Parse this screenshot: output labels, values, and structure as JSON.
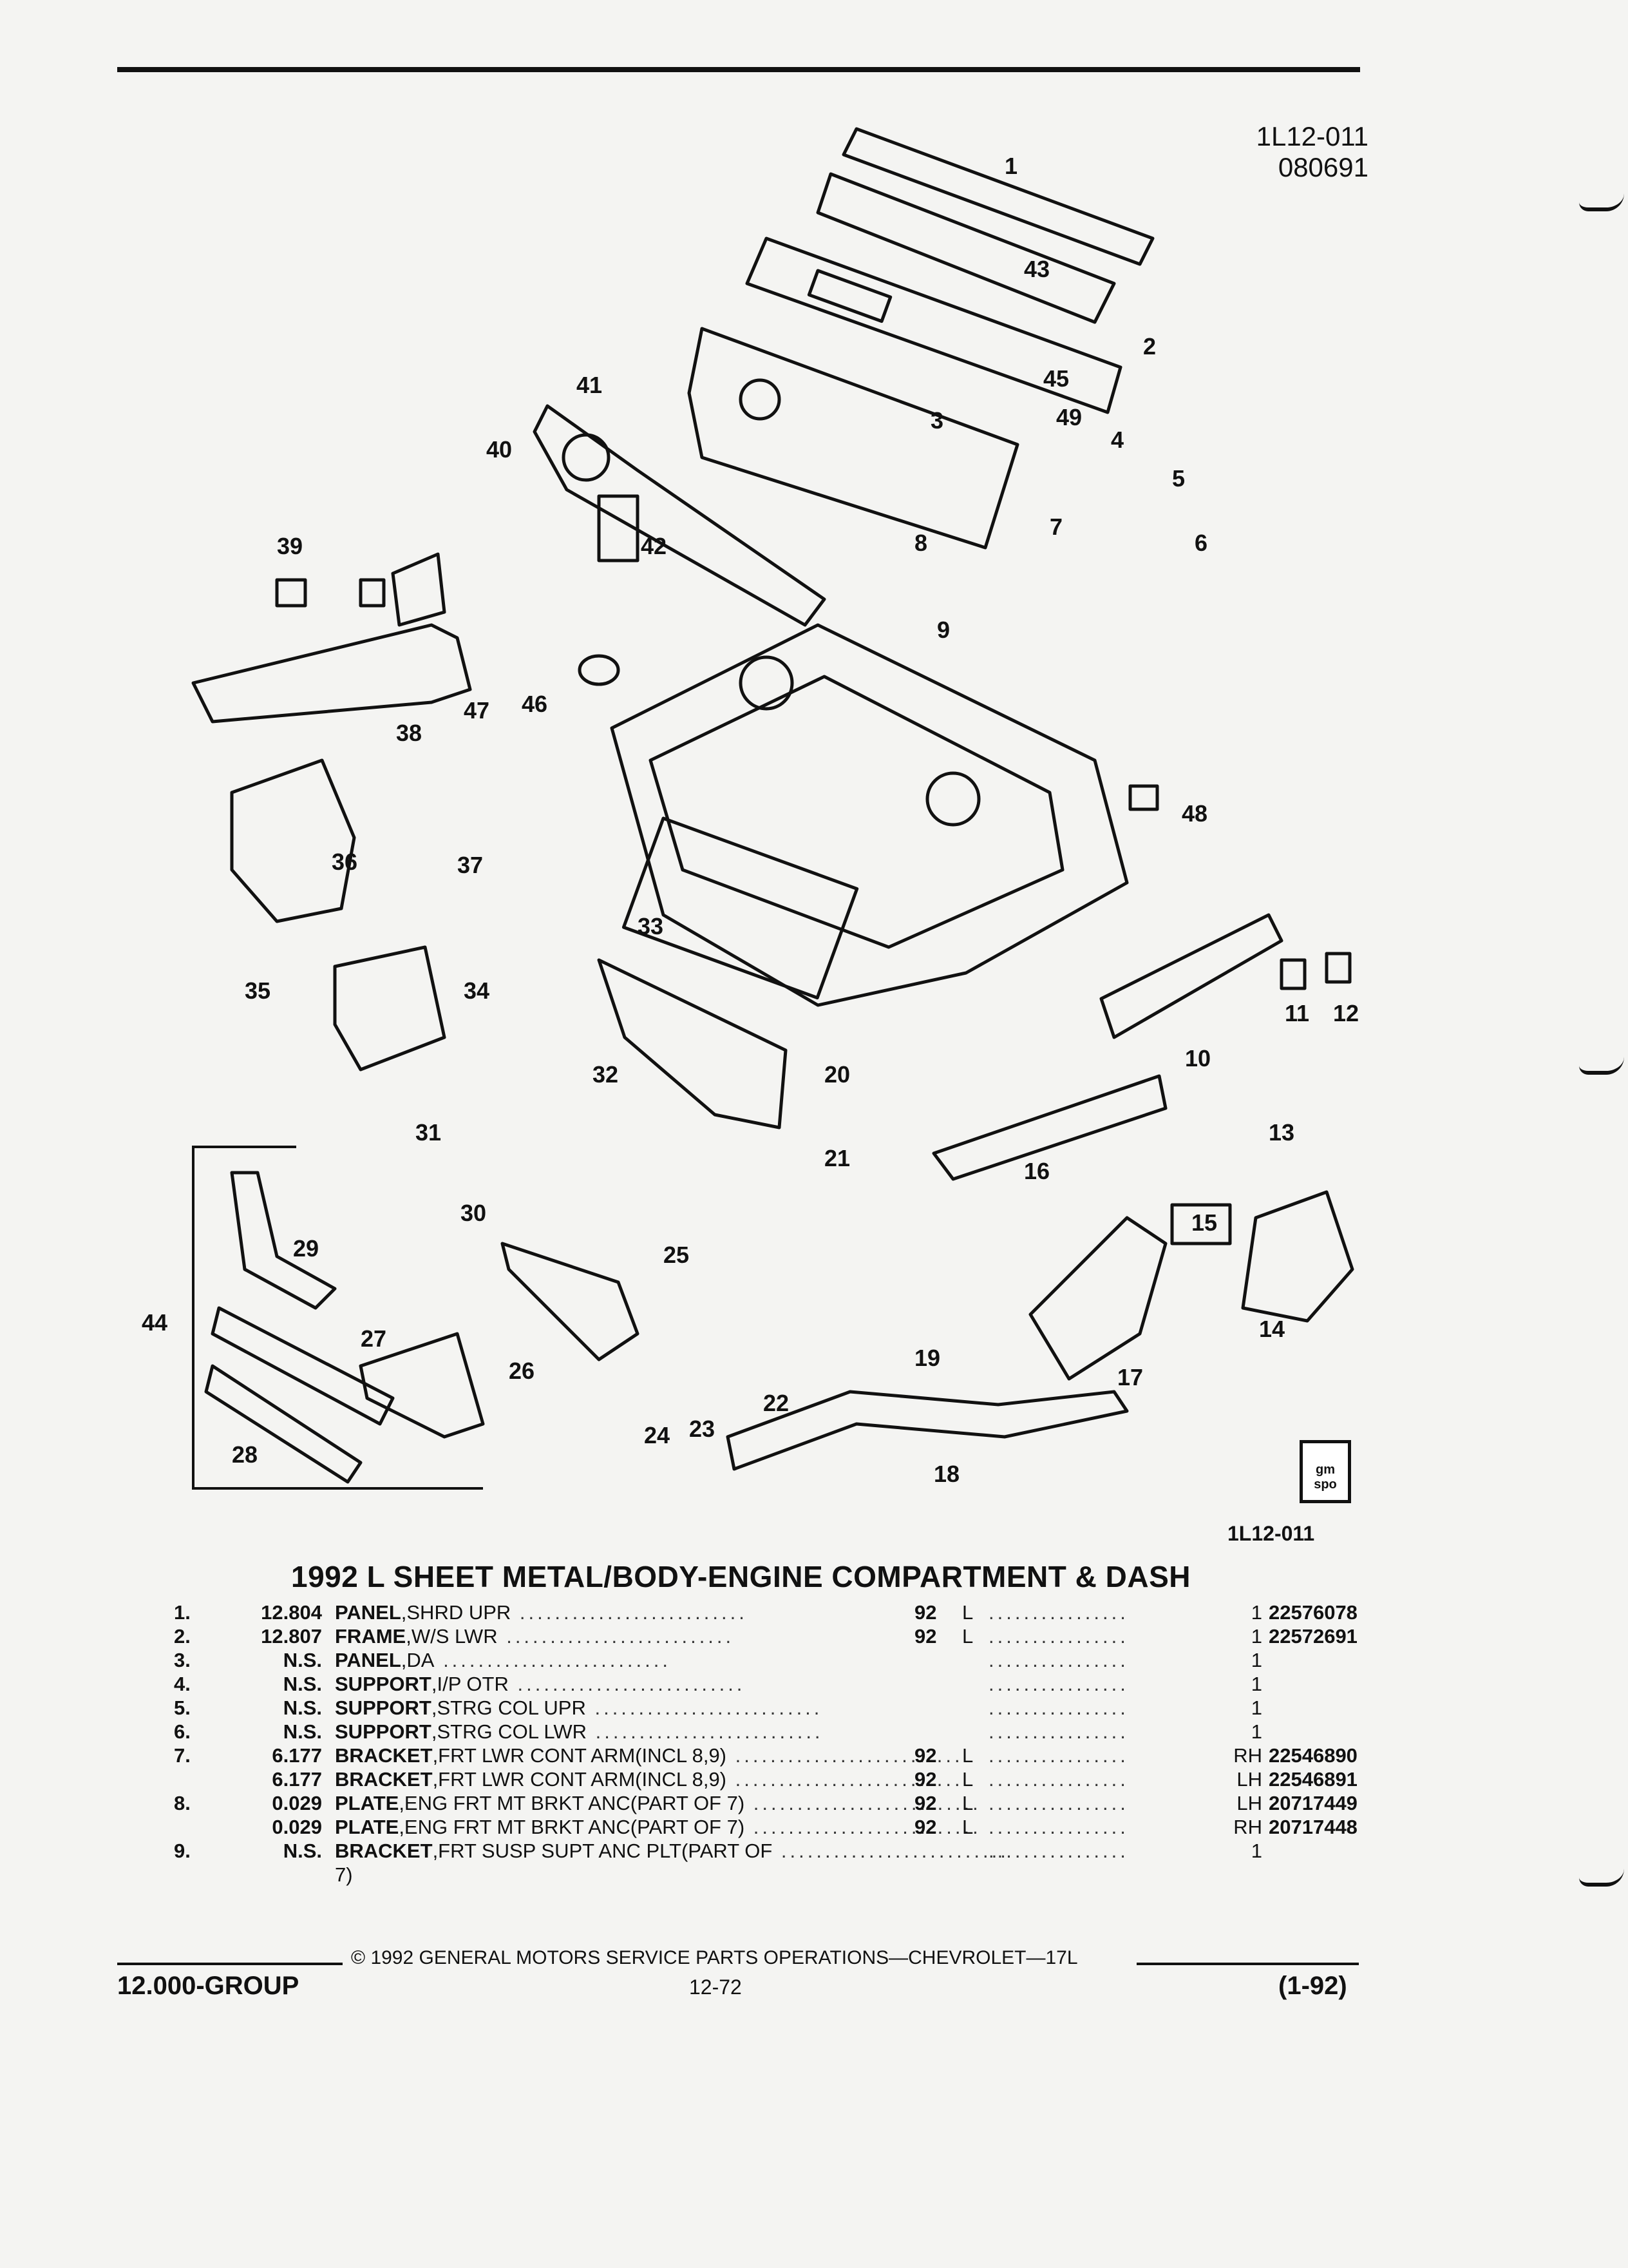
{
  "header": {
    "ref_code_1": "1L12-011",
    "ref_code_2": "080691"
  },
  "diagram": {
    "callouts": [
      "1",
      "2",
      "3",
      "4",
      "5",
      "6",
      "7",
      "8",
      "9",
      "10",
      "11",
      "12",
      "13",
      "14",
      "15",
      "16",
      "17",
      "18",
      "19",
      "20",
      "21",
      "22",
      "23",
      "24",
      "25",
      "26",
      "27",
      "28",
      "29",
      "30",
      "31",
      "32",
      "33",
      "34",
      "35",
      "36",
      "37",
      "38",
      "39",
      "40",
      "41",
      "42",
      "43",
      "44",
      "45",
      "46",
      "47",
      "48",
      "49"
    ],
    "ref_bottom": "1L12-011",
    "logo_icon": "gm-spo-logo-icon",
    "logo_text": "gm spo"
  },
  "title": "1992 L SHEET METAL/BODY-ENGINE COMPARTMENT & DASH",
  "parts": [
    {
      "ref": "1.",
      "group": "12.804",
      "name": "PANEL",
      "desc": ",SHRD UPR",
      "year": "92",
      "series": "L",
      "qty": "1",
      "part_no": "22576078"
    },
    {
      "ref": "2.",
      "group": "12.807",
      "name": "FRAME",
      "desc": ",W/S LWR",
      "year": "92",
      "series": "L",
      "qty": "1",
      "part_no": "22572691"
    },
    {
      "ref": "3.",
      "group": "N.S.",
      "name": "PANEL",
      "desc": ",DA",
      "year": "",
      "series": "",
      "qty": "1",
      "part_no": ""
    },
    {
      "ref": "4.",
      "group": "N.S.",
      "name": "SUPPORT",
      "desc": ",I/P OTR",
      "year": "",
      "series": "",
      "qty": "1",
      "part_no": ""
    },
    {
      "ref": "5.",
      "group": "N.S.",
      "name": "SUPPORT",
      "desc": ",STRG COL UPR",
      "year": "",
      "series": "",
      "qty": "1",
      "part_no": ""
    },
    {
      "ref": "6.",
      "group": "N.S.",
      "name": "SUPPORT",
      "desc": ",STRG COL LWR",
      "year": "",
      "series": "",
      "qty": "1",
      "part_no": ""
    },
    {
      "ref": "7.",
      "group": "6.177",
      "name": "BRACKET",
      "desc": ",FRT LWR CONT ARM(INCL 8,9)",
      "year": "92",
      "series": "L",
      "qty": "RH",
      "part_no": "22546890"
    },
    {
      "ref": "",
      "group": "6.177",
      "name": "BRACKET",
      "desc": ",FRT LWR CONT ARM(INCL 8,9)",
      "year": "92",
      "series": "L",
      "qty": "LH",
      "part_no": "22546891"
    },
    {
      "ref": "8.",
      "group": "0.029",
      "name": "PLATE",
      "desc": ",ENG FRT MT BRKT ANC(PART OF 7)",
      "year": "92",
      "series": "L",
      "qty": "LH",
      "part_no": "20717449"
    },
    {
      "ref": "",
      "group": "0.029",
      "name": "PLATE",
      "desc": ",ENG FRT MT BRKT ANC(PART OF 7)",
      "year": "92",
      "series": "L",
      "qty": "RH",
      "part_no": "20717448"
    },
    {
      "ref": "9.",
      "group": "N.S.",
      "name": "BRACKET",
      "desc": ",FRT SUSP SUPT ANC PLT(PART OF",
      "year": "",
      "series": "",
      "qty": "1",
      "part_no": ""
    }
  ],
  "parts_continuation": "7)",
  "footer": {
    "copyright": "© 1992 GENERAL MOTORS SERVICE PARTS OPERATIONS—CHEVROLET—17L",
    "group": "12.000-GROUP",
    "page": "12-72",
    "date": "(1-92)"
  }
}
